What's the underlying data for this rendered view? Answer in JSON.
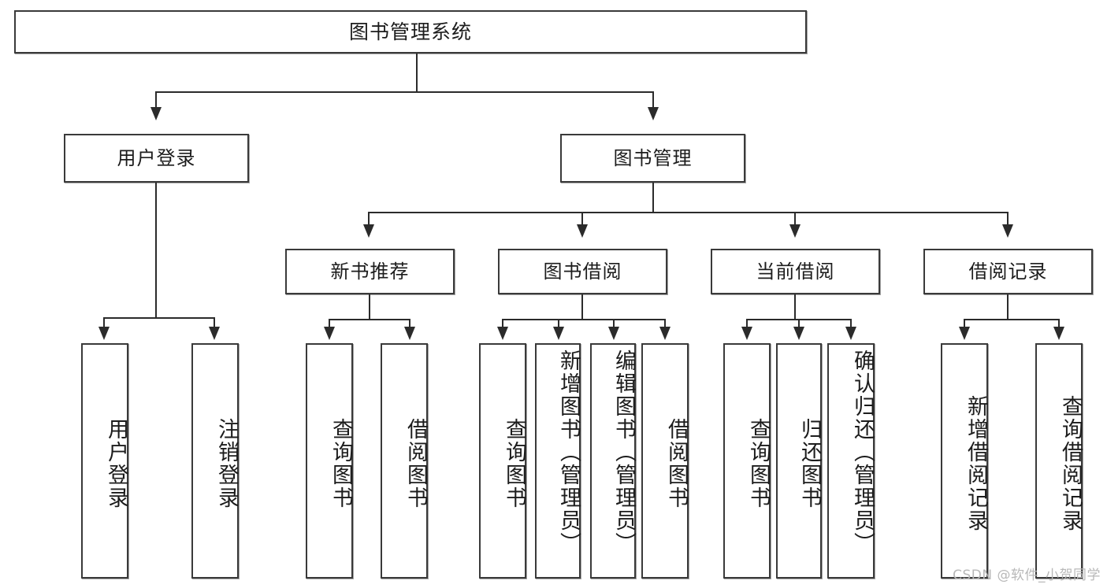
{
  "diagram": {
    "title": "图书管理系统",
    "type": "tree-hierarchy",
    "root": {
      "label": "图书管理系统"
    },
    "level2": [
      {
        "label": "用户登录"
      },
      {
        "label": "图书管理"
      }
    ],
    "level3": [
      {
        "label": "新书推荐"
      },
      {
        "label": "图书借阅"
      },
      {
        "label": "当前借阅"
      },
      {
        "label": "借阅记录"
      }
    ],
    "leaves": {
      "user_login": [
        {
          "label": "用户登录"
        },
        {
          "label": "注销登录"
        }
      ],
      "new_book_recommend": [
        {
          "label": "查询图书"
        },
        {
          "label": "借阅图书"
        }
      ],
      "book_borrow": [
        {
          "label": "查询图书"
        },
        {
          "label": "新增图书（管理员）"
        },
        {
          "label": "编辑图书（管理员）"
        },
        {
          "label": "借阅图书"
        }
      ],
      "current_borrow": [
        {
          "label": "查询图书"
        },
        {
          "label": "归还图书"
        },
        {
          "label": "确认归还（管理员）"
        }
      ],
      "borrow_records": [
        {
          "label": "新增借阅记录"
        },
        {
          "label": "查询借阅记录"
        }
      ]
    }
  },
  "watermark": {
    "text": "CSDN @软件_小贺同学"
  },
  "colors": {
    "box_border": "#3a3a3a",
    "edge": "#2b2b2b",
    "text": "#1c1c1c",
    "background": "#ffffff",
    "watermark": "#b8b8b8"
  }
}
